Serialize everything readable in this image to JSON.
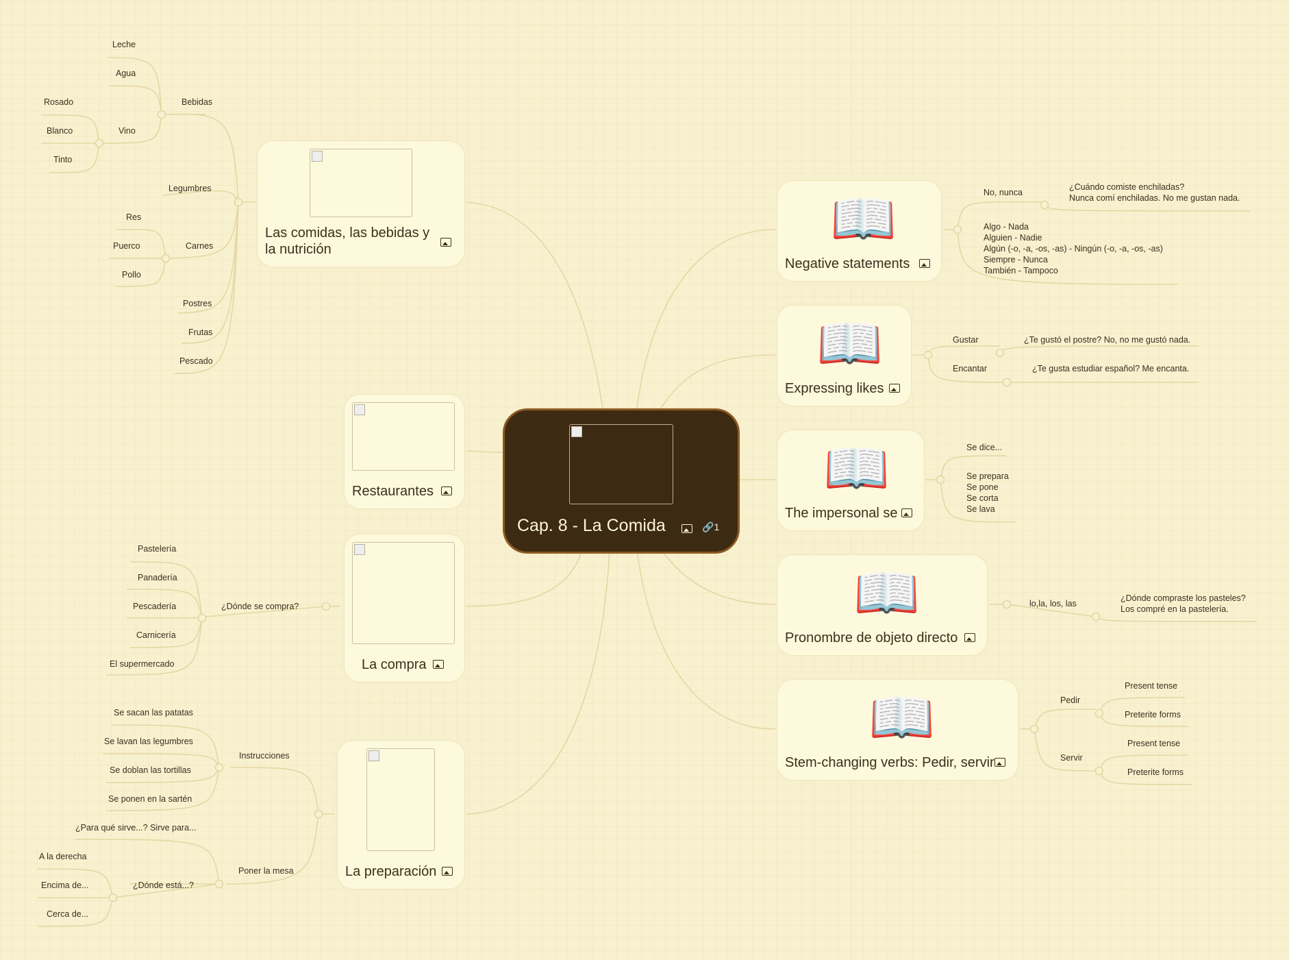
{
  "central": {
    "title": "Cap. 8 - La Comida",
    "link_count": "1"
  },
  "left": {
    "comidas": {
      "title": "Las comidas, las bebidas y la nutrición",
      "bebidas": {
        "label": "Bebidas",
        "items": [
          "Leche",
          "Agua"
        ],
        "vino": {
          "label": "Vino",
          "items": [
            "Rosado",
            "Blanco",
            "Tinto"
          ]
        }
      },
      "legumbres": "Legumbres",
      "carnes": {
        "label": "Carnes",
        "items": [
          "Res",
          "Puerco",
          "Pollo"
        ]
      },
      "postres": "Postres",
      "frutas": "Frutas",
      "pescado": "Pescado"
    },
    "restaurantes": {
      "title": "Restaurantes"
    },
    "compra": {
      "title": "La compra",
      "donde": "¿Dónde se compra?",
      "items": [
        "Pastelería",
        "Panadería",
        "Pescadería",
        "Carnicería",
        "El supermercado"
      ]
    },
    "preparacion": {
      "title": "La preparación",
      "instrucciones": {
        "label": "Instrucciones",
        "items": [
          "Se sacan las patatas",
          "Se lavan las legumbres",
          "Se doblan las tortillas",
          "Se ponen en la sartén"
        ]
      },
      "mesa": {
        "label": "Poner la mesa",
        "para": "¿Para qué sirve...? Sirve para...",
        "donde": {
          "label": "¿Dónde está...?",
          "items": [
            "A la derecha",
            "Encima de...",
            "Cerca de..."
          ]
        }
      }
    }
  },
  "right": {
    "negative": {
      "title": "Negative statements",
      "no_nunca": "No, nunca",
      "example": "¿Cuándo comiste enchiladas?\nNunca comí enchiladas. No me gustan nada.",
      "pairs": "Algo - Nada\nAlguien - Nadie\nAlgún (-o, -a, -os, -as) - Ningún (-o, -a, -os, -as)\nSiempre - Nunca\nTambién - Tampoco"
    },
    "likes": {
      "title": "Expressing likes",
      "gustar": "Gustar",
      "gustar_ex": "¿Te gustó el postre? No, no me gustó nada.",
      "encantar": "Encantar",
      "encantar_ex": "¿Te gusta estudiar español? Me encanta."
    },
    "impersonal": {
      "title": "The impersonal se",
      "dice": "Se dice...",
      "list": "Se prepara\nSe pone\nSe corta\nSe lava"
    },
    "pronombre": {
      "title": "Pronombre de objeto directo",
      "label": "lo,la, los, las",
      "example": "¿Dónde compraste los pasteles?\nLos compré en la pastelería."
    },
    "stem": {
      "title": "Stem-changing verbs: Pedir, servir",
      "pedir": {
        "label": "Pedir",
        "items": [
          "Present tense",
          "Preterite forms"
        ]
      },
      "servir": {
        "label": "Servir",
        "items": [
          "Present tense",
          "Preterite forms"
        ]
      }
    }
  },
  "colors": {
    "line": "#e4d7a4",
    "central_bg": "#3d2a12",
    "node_bg": "#fdf9dc",
    "page_bg": "#f8f1cf"
  },
  "icons": {
    "book": "open-book-icon",
    "image": "image-icon",
    "link": "link-icon"
  }
}
